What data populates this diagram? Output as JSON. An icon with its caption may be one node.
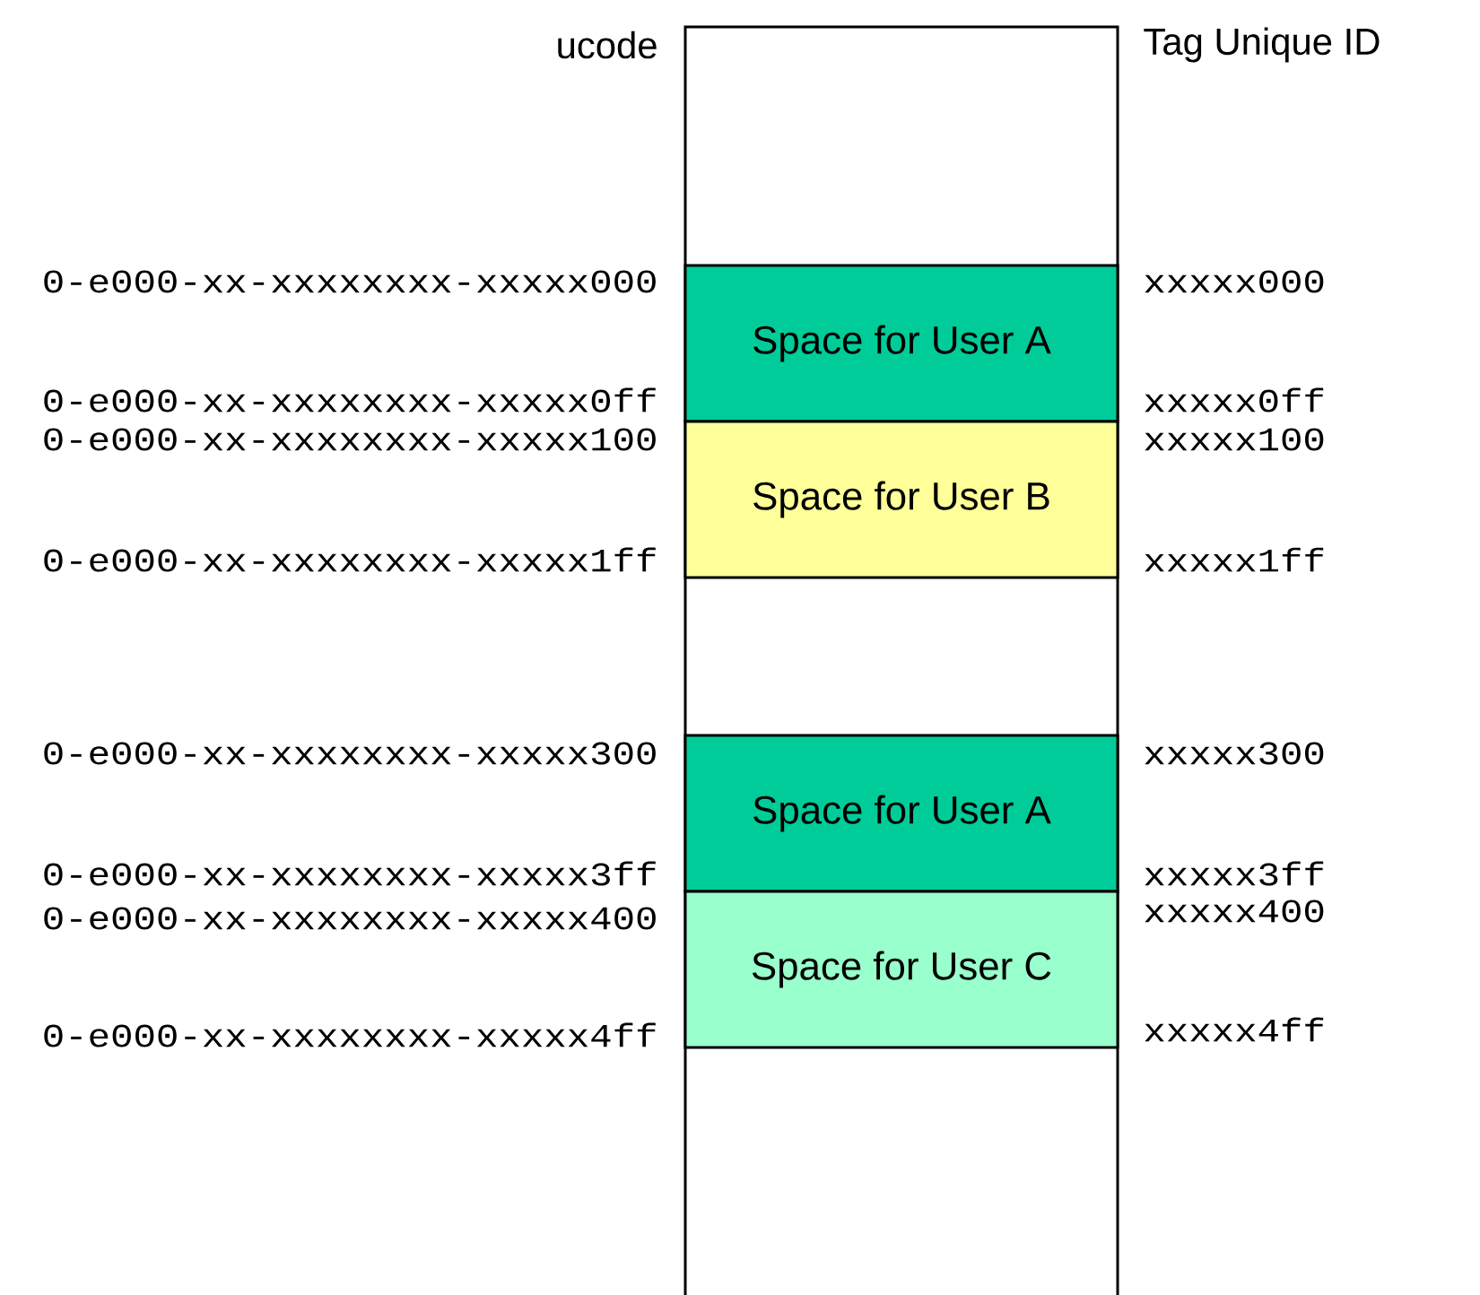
{
  "diagram": {
    "nodes": [
      {
        "text": [],
        "shape": "box"
      },
      {
        "text": [
          "Space for User A"
        ],
        "in": 0
      },
      {
        "text": [
          "Space for User B"
        ],
        "in": 0
      },
      {
        "text": [
          "Space for User A"
        ],
        "in": 0
      },
      {
        "text": [
          "Space for User C"
        ],
        "in": 0
      }
    ],
    "edges": [],
    "labels": [
      "ucode",
      "Tag Unique ID",
      "0-e000-xx-xxxxxxxx-xxxxx000",
      "xxxxx000",
      "0-e000-xx-xxxxxxxx-xxxxx0ff",
      "xxxxx0ff",
      "0-e000-xx-xxxxxxxx-xxxxx100",
      "xxxxx100",
      "0-e000-xx-xxxxxxxx-xxxxx1ff",
      "xxxxx1ff",
      "0-e000-xx-xxxxxxxx-xxxxx300",
      "xxxxx300",
      "0-e000-xx-xxxxxxxx-xxxxx3ff",
      "xxxxx3ff",
      "0-e000-xx-xxxxxxxx-xxxxx400",
      "xxxxx400",
      "0-e000-xx-xxxxxxxx-xxxxx4ff",
      "xxxxx4ff"
    ]
  }
}
